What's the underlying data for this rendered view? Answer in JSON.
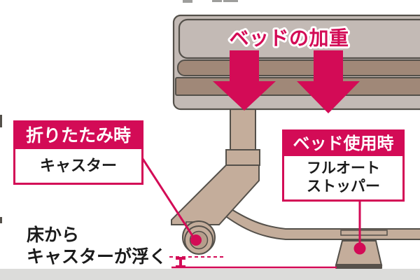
{
  "labels": {
    "bed_load": "ベッドの加重",
    "folded_header": "折りたたみ時",
    "folded_body": "キャスター",
    "inuse_header": "ベッド使用時",
    "inuse_body_line1": "フルオート",
    "inuse_body_line2": "ストッパー",
    "floor_note_line1": "床から",
    "floor_note_line2": "キャスターが浮く"
  },
  "colors": {
    "crimson": "#d30b56",
    "bed-light": "#c3bab5",
    "bed-dark": "#a08878",
    "metal-tan": "#c4ad9b",
    "hub-tan": "#b69d8b",
    "outline": "#54504a",
    "floor-gray": "#dcdcda",
    "base-dark": "#57514b",
    "text-black": "#1b1b1b",
    "fragment-gray": "#9e9e9c"
  }
}
